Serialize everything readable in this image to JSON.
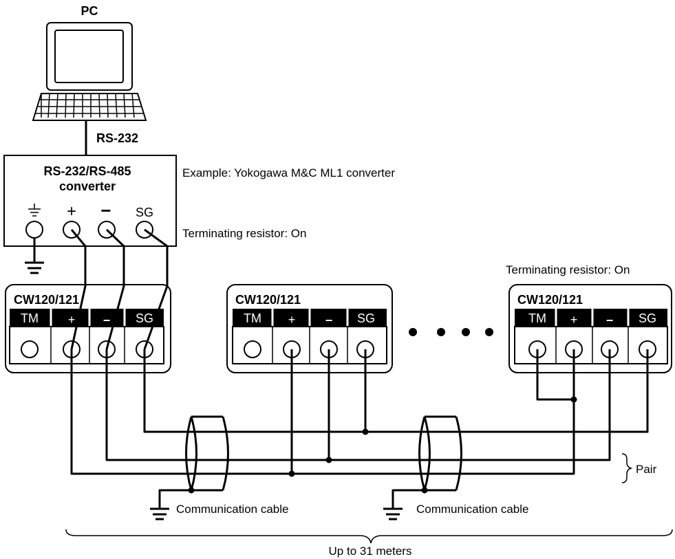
{
  "pc": {
    "label": "PC"
  },
  "link": {
    "label": "RS-232"
  },
  "converter": {
    "title_line1": "RS-232/RS-485",
    "title_line2": "converter",
    "terminals": [
      "+",
      "−",
      "SG"
    ],
    "example_note": "Example: Yokogawa M&C ML1 converter",
    "resistor_note": "Terminating resistor: On"
  },
  "devices": [
    {
      "title": "CW120/121",
      "terminals": [
        "TM",
        "+",
        "−",
        "SG"
      ]
    },
    {
      "title": "CW120/121",
      "terminals": [
        "TM",
        "+",
        "−",
        "SG"
      ]
    },
    {
      "title": "CW120/121",
      "terminals": [
        "TM",
        "+",
        "−",
        "SG"
      ]
    }
  ],
  "last_device_note": "Terminating resistor: On",
  "cables": [
    {
      "label": "Communication cable"
    },
    {
      "label": "Communication cable"
    }
  ],
  "pair_label": "Pair",
  "length_label": "Up to 31 meters"
}
